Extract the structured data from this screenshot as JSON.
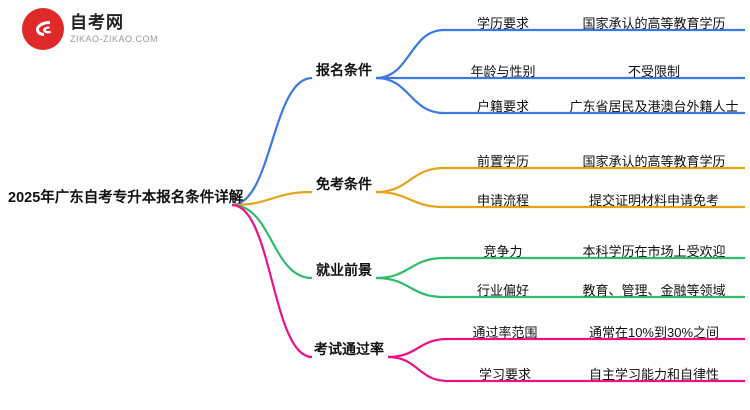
{
  "logo": {
    "title": "自考网",
    "subtitle": "ZIKAO-ZIKAO.COM",
    "mark_color": "#e02a2a"
  },
  "root": {
    "label": "2025年广东自考专升本报名条件详解"
  },
  "colors": {
    "branch1": "#3a7ae0",
    "branch2": "#e8a317",
    "branch3": "#2ebd6b",
    "branch4": "#ee1289"
  },
  "branches": [
    {
      "label": "报名条件",
      "color": "#3a7ae0",
      "items": [
        {
          "key": "学历要求",
          "value": "国家承认的高等教育学历"
        },
        {
          "key": "年龄与性别",
          "value": "不受限制"
        },
        {
          "key": "户籍要求",
          "value": "广东省居民及港澳台外籍人士"
        }
      ]
    },
    {
      "label": "免考条件",
      "color": "#e8a317",
      "items": [
        {
          "key": "前置学历",
          "value": "国家承认的高等教育学历"
        },
        {
          "key": "申请流程",
          "value": "提交证明材料申请免考"
        }
      ]
    },
    {
      "label": "就业前景",
      "color": "#2ebd6b",
      "items": [
        {
          "key": "竞争力",
          "value": "本科学历在市场上受欢迎"
        },
        {
          "key": "行业偏好",
          "value": "教育、管理、金融等领域"
        }
      ]
    },
    {
      "label": "考试通过率",
      "color": "#ee1289",
      "items": [
        {
          "key": "通过率范围",
          "value": "通常在10%到30%之间"
        },
        {
          "key": "学习要求",
          "value": "自主学习能力和自律性"
        }
      ]
    }
  ]
}
